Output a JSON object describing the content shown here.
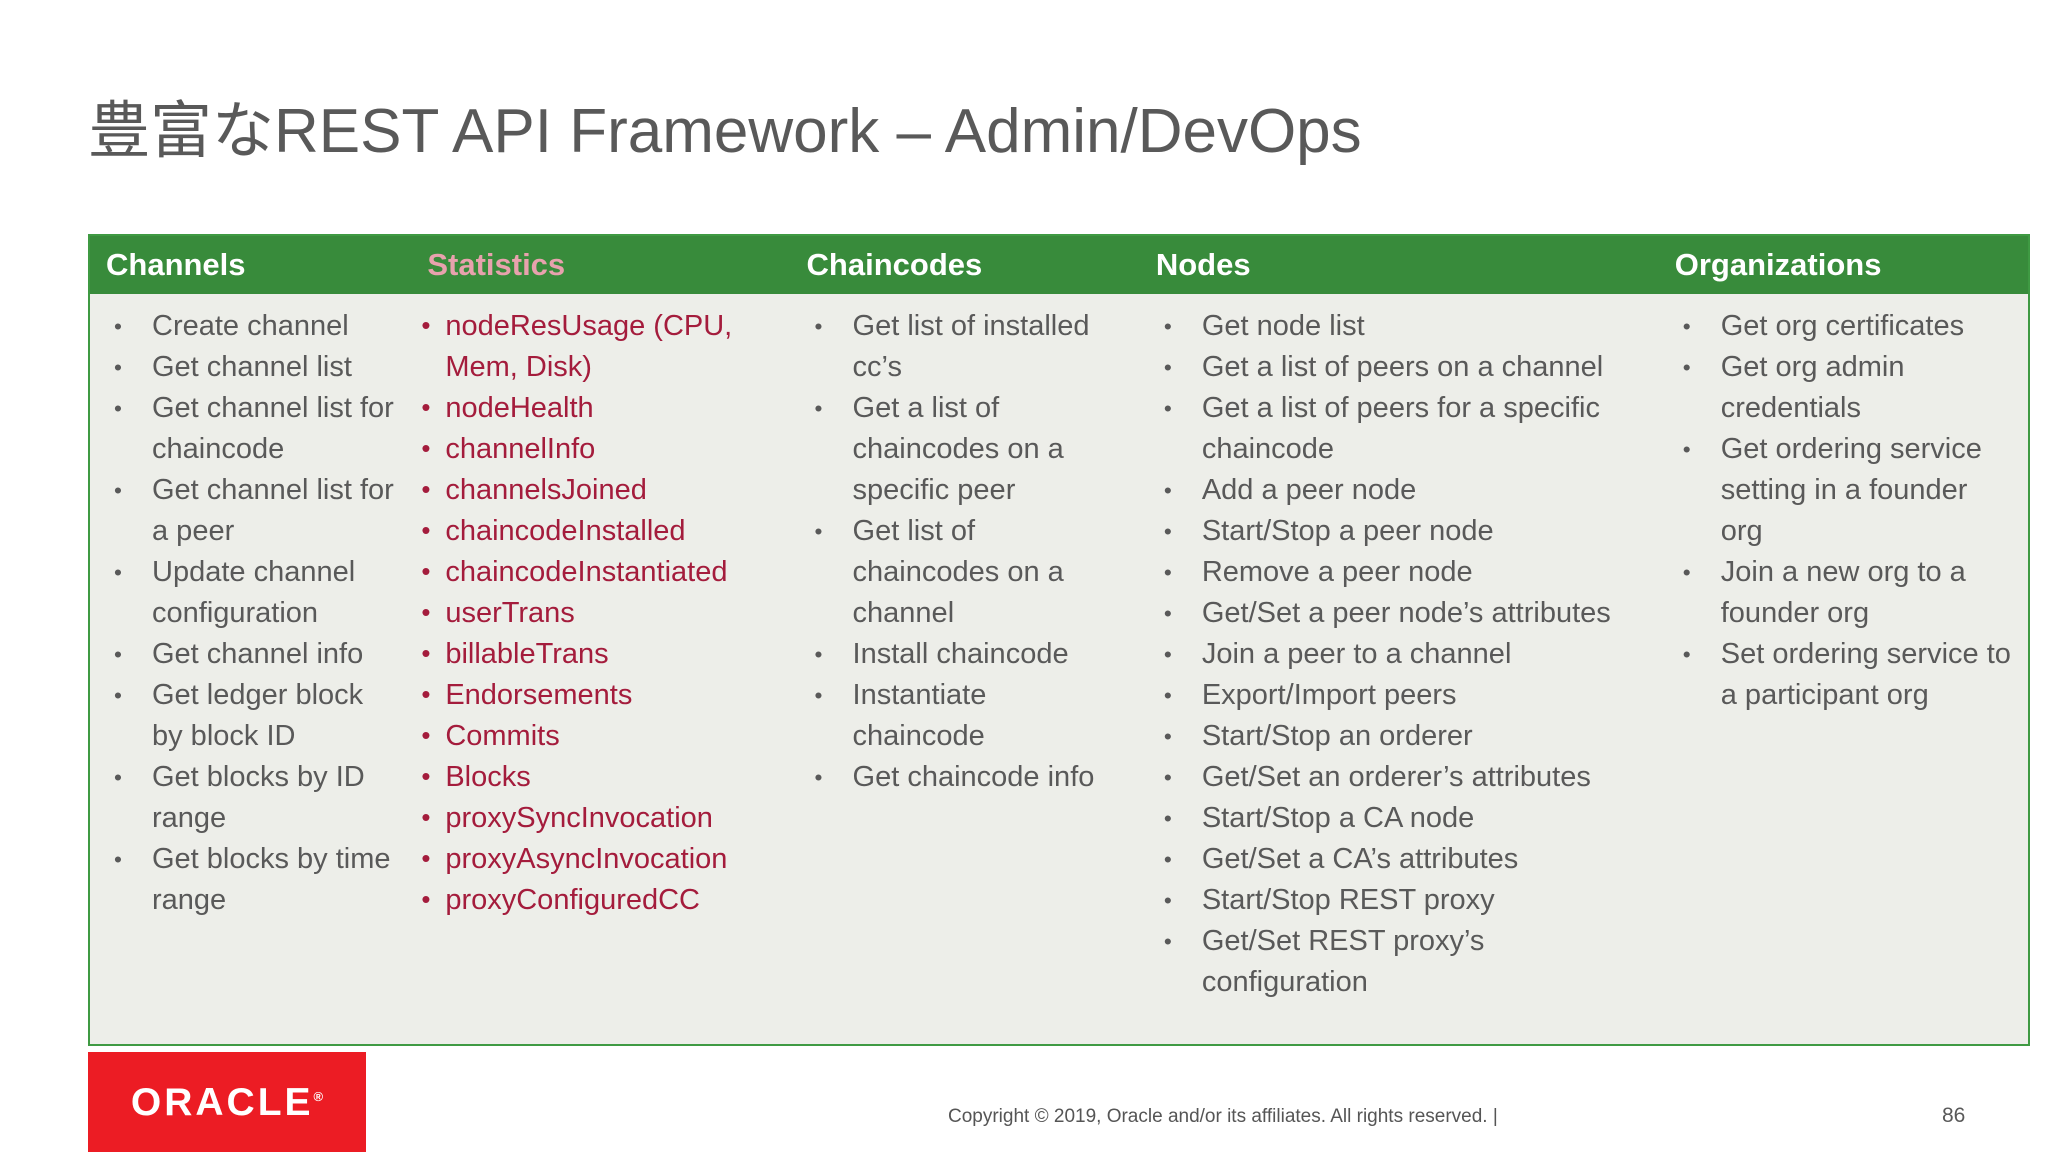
{
  "slide": {
    "title": "豊富なREST API Framework – Admin/DevOps",
    "page_number": "86",
    "footer": {
      "logo_text": "ORACLE",
      "logo_registered_mark": "®",
      "copyright": "Copyright © 2019, Oracle and/or its affiliates. All rights reserved.  |"
    }
  },
  "table": {
    "bullet_glyph": "•",
    "columns": [
      {
        "header": "Channels",
        "items": [
          "Create channel",
          "Get channel list",
          "Get channel list for chaincode",
          "Get channel list for a peer",
          "Update channel configuration",
          "Get channel info",
          "Get ledger block by block ID",
          "Get blocks by ID range",
          "Get blocks by time range"
        ]
      },
      {
        "header": "Statistics",
        "highlighted": true,
        "items": [
          "nodeResUsage (CPU, Mem, Disk)",
          "nodeHealth",
          "channelInfo",
          "channelsJoined",
          "chaincodeInstalled",
          "chaincodeInstantiated",
          "userTrans",
          "billableTrans",
          "Endorsements",
          "Commits",
          "Blocks",
          "proxySyncInvocation",
          "proxyAsyncInvocation",
          "proxyConfiguredCC"
        ]
      },
      {
        "header": "Chaincodes",
        "items": [
          "Get list of installed cc’s",
          "Get a list of chaincodes on a specific peer",
          "Get list of chaincodes on a channel",
          "Install chaincode",
          "Instantiate chaincode",
          "Get chaincode info"
        ]
      },
      {
        "header": "Nodes",
        "items": [
          "Get node list",
          "Get a list of peers on a channel",
          "Get a list of peers for a specific chaincode",
          "Add a peer node",
          "Start/Stop a peer node",
          "Remove a peer node",
          "Get/Set a peer node’s attributes",
          "Join a peer to a channel",
          "Export/Import peers",
          "Start/Stop an orderer",
          "Get/Set an orderer’s attributes",
          "Start/Stop a CA node",
          "Get/Set a CA’s attributes",
          "Start/Stop REST proxy",
          "Get/Set REST proxy’s configuration"
        ]
      },
      {
        "header": "Organizations",
        "items": [
          "Get org certificates",
          "Get org admin credentials",
          "Get ordering service setting in a founder org",
          "Join a new org to a founder org",
          "Set ordering service to a participant org"
        ]
      }
    ]
  },
  "theme": {
    "header_green": "#388b3b",
    "border_green": "#3f9a43",
    "body_bg": "#edeee9",
    "text_gray": "#595959",
    "title_gray": "#595959",
    "accent_red": "#a41c3c",
    "stats_header_pink": "#e8a2ad",
    "oracle_red": "#ec1c24"
  }
}
